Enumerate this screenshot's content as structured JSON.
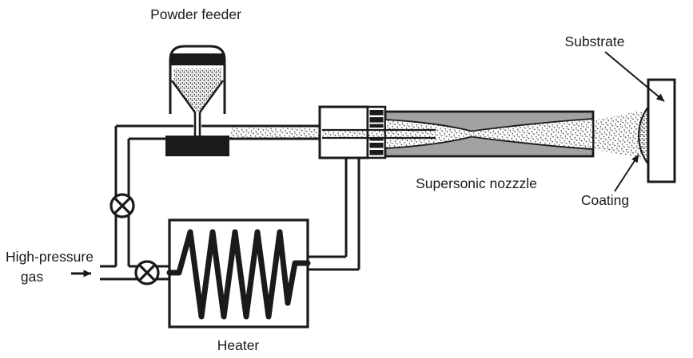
{
  "labels": {
    "powder_feeder": "Powder feeder",
    "substrate": "Substrate",
    "supersonic_nozzle": "Supersonic nozzzle",
    "coating": "Coating",
    "high_pressure_gas_line1": "High-pressure",
    "high_pressure_gas_line2": "gas",
    "heater": "Heater"
  },
  "colors": {
    "ink": "#1a1a1a",
    "nozzle_wall": "#a2a2a2",
    "background": "#ffffff"
  }
}
